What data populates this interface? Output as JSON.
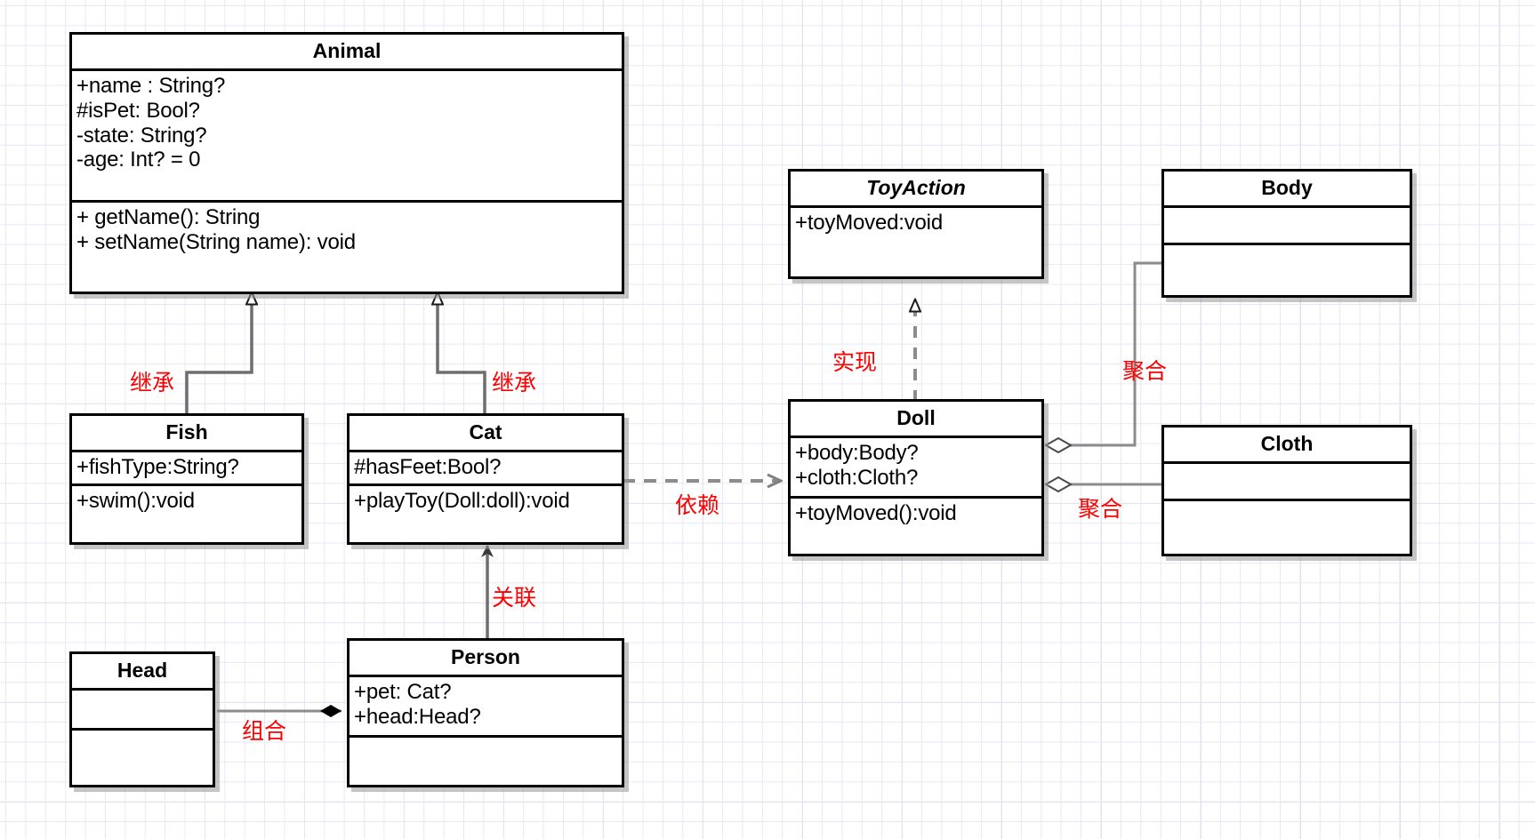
{
  "diagram": {
    "type": "uml-class-diagram",
    "background": "#ffffff",
    "grid_color": "#e8e8f5",
    "label_color": "#ff0000",
    "line_color": "#808080"
  },
  "classes": {
    "animal": {
      "name": "Animal",
      "abstract": false,
      "attributes": [
        "+name : String?",
        "#isPet: Bool?",
        "-state: String?",
        "-age: Int? = 0"
      ],
      "methods": [
        "+ getName(): String",
        "+ setName(String name): void"
      ]
    },
    "fish": {
      "name": "Fish",
      "abstract": false,
      "attributes": [
        "+fishType:String?"
      ],
      "methods": [
        "+swim():void"
      ]
    },
    "cat": {
      "name": "Cat",
      "abstract": false,
      "attributes": [
        "#hasFeet:Bool?"
      ],
      "methods": [
        "+playToy(Doll:doll):void"
      ]
    },
    "person": {
      "name": "Person",
      "abstract": false,
      "attributes": [
        "+pet: Cat?",
        "+head:Head?"
      ],
      "methods": []
    },
    "head": {
      "name": "Head",
      "abstract": false,
      "attributes": [],
      "methods": []
    },
    "toyaction": {
      "name": "ToyAction",
      "abstract": true,
      "attributes": [
        "+toyMoved:void"
      ],
      "methods": []
    },
    "doll": {
      "name": "Doll",
      "abstract": false,
      "attributes": [
        "+body:Body?",
        "+cloth:Cloth?"
      ],
      "methods": [
        "+toyMoved():void"
      ]
    },
    "body": {
      "name": "Body",
      "abstract": false,
      "attributes": [],
      "methods": []
    },
    "cloth": {
      "name": "Cloth",
      "abstract": false,
      "attributes": [],
      "methods": []
    }
  },
  "relations": {
    "fish_animal": {
      "label": "继承",
      "kind": "inheritance"
    },
    "cat_animal": {
      "label": "继承",
      "kind": "inheritance"
    },
    "doll_toyaction": {
      "label": "实现",
      "kind": "realization"
    },
    "cat_doll": {
      "label": "依赖",
      "kind": "dependency"
    },
    "person_cat": {
      "label": "关联",
      "kind": "association"
    },
    "head_person": {
      "label": "组合",
      "kind": "composition"
    },
    "doll_body": {
      "label": "聚合",
      "kind": "aggregation"
    },
    "doll_cloth": {
      "label": "聚合",
      "kind": "aggregation"
    }
  }
}
